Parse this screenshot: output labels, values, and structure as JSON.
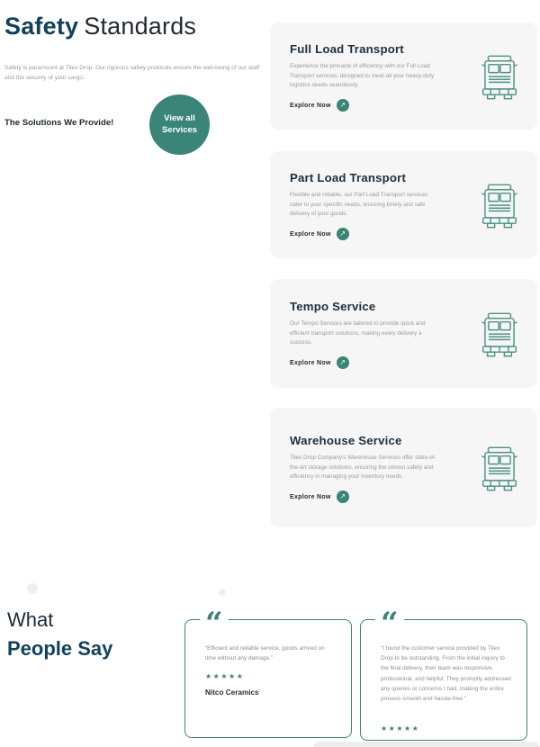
{
  "colors": {
    "accent": "#3a8577",
    "heading": "#11425d",
    "text_dark": "#20303c",
    "text_muted": "#9a9a9a"
  },
  "icons": {
    "arrow_up_right": "↗",
    "quote": "“"
  },
  "safety": {
    "title_accent": "Safety",
    "title_rest": "Standards",
    "description": "Safety is paramount at Tilex Drop. Our rigorous safety protocols ensure the well-being of our staff and the security of your cargo.",
    "solutions_label": "The Solutions We Provide!",
    "view_all_button": "View all Services"
  },
  "services": {
    "cards": [
      {
        "title": "Full Load Transport",
        "description": "Experience the pinnacle of efficiency with our Full Load Transport services, designed to meet all your heavy-duty logistics needs seamlessly.",
        "cta": "Explore Now"
      },
      {
        "title": "Part Load Transport",
        "description": "Flexible and reliable, our Part Load Transport services cater to your specific needs, ensuring timely and safe delivery of your goods.",
        "cta": "Explore Now"
      },
      {
        "title": "Tempo Service",
        "description": "Our Tempo Services are tailored to provide quick and efficient transport solutions, making every delivery a success.",
        "cta": "Explore Now"
      },
      {
        "title": "Warehouse Service",
        "description": "Tiles Drop Company's Warehouse Services offer state-of-the-art storage solutions, ensuring the utmost safety and efficiency in managing your inventory needs.",
        "cta": "Explore Now"
      }
    ]
  },
  "testimonials": {
    "title_line1": "What",
    "title_line2": "People Say",
    "items": [
      {
        "quote": "“Efficient and reliable service, goods arrived on time without any damage.”",
        "stars": "★★★★★",
        "author": "Nitco Ceramics"
      },
      {
        "quote": "“I found the customer service provided by Tilex Drop to be outstanding. From the initial inquiry to the final delivery, their team was responsive, professional, and helpful. They promptly addressed any queries or concerns I had, making the entire process smooth and hassle-free.”",
        "stars": "★★★★★"
      }
    ]
  }
}
